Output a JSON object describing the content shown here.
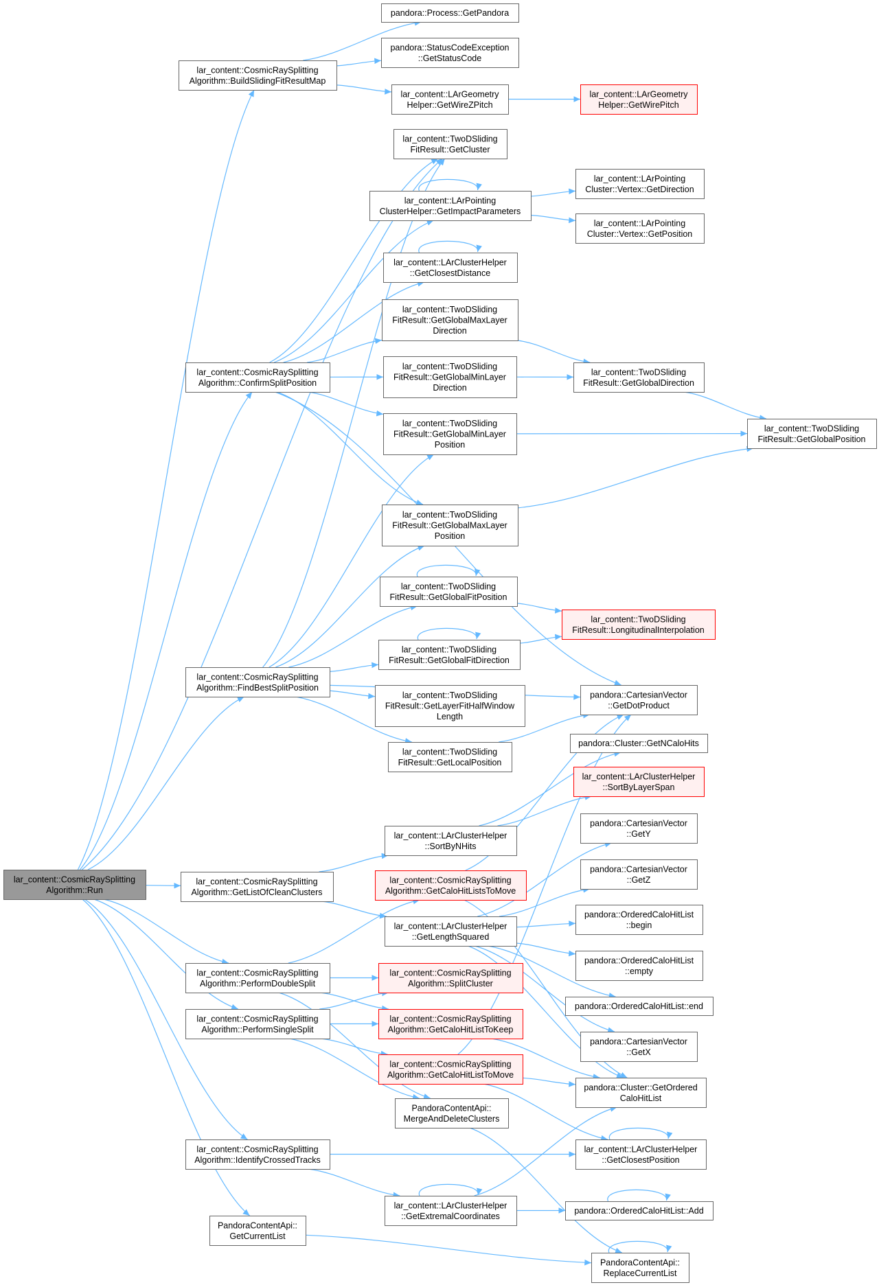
{
  "colors": {
    "edge": "#63b8ff",
    "border": "#666666",
    "red_border": "#ff0000",
    "red_fill": "#fff0f0",
    "root_fill": "#999999"
  },
  "nodes": [
    {
      "id": "run",
      "lines": [
        "lar_content::CosmicRaySplitting",
        "Algorithm::Run"
      ],
      "style": "root"
    },
    {
      "id": "buildMap",
      "lines": [
        "lar_content::CosmicRaySplitting",
        "Algorithm::BuildSlidingFitResultMap"
      ],
      "style": "normal"
    },
    {
      "id": "getPandora",
      "lines": [
        "pandora::Process::GetPandora"
      ],
      "style": "normal"
    },
    {
      "id": "getStatusCode",
      "lines": [
        "pandora::StatusCodeException",
        "::GetStatusCode"
      ],
      "style": "normal"
    },
    {
      "id": "wireZPitch",
      "lines": [
        "lar_content::LArGeometry",
        "Helper::GetWireZPitch"
      ],
      "style": "normal"
    },
    {
      "id": "wirePitch",
      "lines": [
        "lar_content::LArGeometry",
        "Helper::GetWirePitch"
      ],
      "style": "red"
    },
    {
      "id": "getCluster",
      "lines": [
        "lar_content::TwoDSliding",
        "FitResult::GetCluster"
      ],
      "style": "normal"
    },
    {
      "id": "impactParams",
      "lines": [
        "lar_content::LArPointing",
        "ClusterHelper::GetImpactParameters"
      ],
      "style": "normal"
    },
    {
      "id": "vtxDir",
      "lines": [
        "lar_content::LArPointing",
        "Cluster::Vertex::GetDirection"
      ],
      "style": "normal"
    },
    {
      "id": "vtxPos",
      "lines": [
        "lar_content::LArPointing",
        "Cluster::Vertex::GetPosition"
      ],
      "style": "normal"
    },
    {
      "id": "closestDist",
      "lines": [
        "lar_content::LArClusterHelper",
        "::GetClosestDistance"
      ],
      "style": "normal"
    },
    {
      "id": "gMaxLayerDir",
      "lines": [
        "lar_content::TwoDSliding",
        "FitResult::GetGlobalMaxLayer",
        "Direction"
      ],
      "style": "normal"
    },
    {
      "id": "confirmSplit",
      "lines": [
        "lar_content::CosmicRaySplitting",
        "Algorithm::ConfirmSplitPosition"
      ],
      "style": "normal"
    },
    {
      "id": "gMinLayerDir",
      "lines": [
        "lar_content::TwoDSliding",
        "FitResult::GetGlobalMinLayer",
        "Direction"
      ],
      "style": "normal"
    },
    {
      "id": "gDir",
      "lines": [
        "lar_content::TwoDSliding",
        "FitResult::GetGlobalDirection"
      ],
      "style": "normal"
    },
    {
      "id": "gMinLayerPos",
      "lines": [
        "lar_content::TwoDSliding",
        "FitResult::GetGlobalMinLayer",
        "Position"
      ],
      "style": "normal"
    },
    {
      "id": "gPos",
      "lines": [
        "lar_content::TwoDSliding",
        "FitResult::GetGlobalPosition"
      ],
      "style": "normal"
    },
    {
      "id": "gMaxLayerPos",
      "lines": [
        "lar_content::TwoDSliding",
        "FitResult::GetGlobalMaxLayer",
        "Position"
      ],
      "style": "normal"
    },
    {
      "id": "gFitPos",
      "lines": [
        "lar_content::TwoDSliding",
        "FitResult::GetGlobalFitPosition"
      ],
      "style": "normal"
    },
    {
      "id": "longInterp",
      "lines": [
        "lar_content::TwoDSliding",
        "FitResult::LongitudinalInterpolation"
      ],
      "style": "red"
    },
    {
      "id": "gFitDir",
      "lines": [
        "lar_content::TwoDSliding",
        "FitResult::GetGlobalFitDirection"
      ],
      "style": "normal"
    },
    {
      "id": "findBest",
      "lines": [
        "lar_content::CosmicRaySplitting",
        "Algorithm::FindBestSplitPosition"
      ],
      "style": "normal"
    },
    {
      "id": "halfWindow",
      "lines": [
        "lar_content::TwoDSliding",
        "FitResult::GetLayerFitHalfWindow",
        "Length"
      ],
      "style": "normal"
    },
    {
      "id": "dotProduct",
      "lines": [
        "pandora::CartesianVector",
        "::GetDotProduct"
      ],
      "style": "normal"
    },
    {
      "id": "localPos",
      "lines": [
        "lar_content::TwoDSliding",
        "FitResult::GetLocalPosition"
      ],
      "style": "normal"
    },
    {
      "id": "nCaloHits",
      "lines": [
        "pandora::Cluster::GetNCaloHits"
      ],
      "style": "normal"
    },
    {
      "id": "sortLayerSpan",
      "lines": [
        "lar_content::LArClusterHelper",
        "::SortByLayerSpan"
      ],
      "style": "red"
    },
    {
      "id": "sortNHits",
      "lines": [
        "lar_content::LArClusterHelper",
        "::SortByNHits"
      ],
      "style": "normal"
    },
    {
      "id": "getY",
      "lines": [
        "pandora::CartesianVector",
        "::GetY"
      ],
      "style": "normal"
    },
    {
      "id": "listClean",
      "lines": [
        "lar_content::CosmicRaySplitting",
        "Algorithm::GetListOfCleanClusters"
      ],
      "style": "normal"
    },
    {
      "id": "listsToMove",
      "lines": [
        "lar_content::CosmicRaySplitting",
        "Algorithm::GetCaloHitListsToMove"
      ],
      "style": "red"
    },
    {
      "id": "getZ",
      "lines": [
        "pandora::CartesianVector",
        "::GetZ"
      ],
      "style": "normal"
    },
    {
      "id": "lenSq",
      "lines": [
        "lar_content::LArClusterHelper",
        "::GetLengthSquared"
      ],
      "style": "normal"
    },
    {
      "id": "begin",
      "lines": [
        "pandora::OrderedCaloHitList",
        "::begin"
      ],
      "style": "normal"
    },
    {
      "id": "empty",
      "lines": [
        "pandora::OrderedCaloHitList",
        "::empty"
      ],
      "style": "normal"
    },
    {
      "id": "doubleSplit",
      "lines": [
        "lar_content::CosmicRaySplitting",
        "Algorithm::PerformDoubleSplit"
      ],
      "style": "normal"
    },
    {
      "id": "splitCluster",
      "lines": [
        "lar_content::CosmicRaySplitting",
        "Algorithm::SplitCluster"
      ],
      "style": "red"
    },
    {
      "id": "end",
      "lines": [
        "pandora::OrderedCaloHitList::end"
      ],
      "style": "normal"
    },
    {
      "id": "singleSplit",
      "lines": [
        "lar_content::CosmicRaySplitting",
        "Algorithm::PerformSingleSplit"
      ],
      "style": "normal"
    },
    {
      "id": "listToKeep",
      "lines": [
        "lar_content::CosmicRaySplitting",
        "Algorithm::GetCaloHitListToKeep"
      ],
      "style": "red"
    },
    {
      "id": "getX",
      "lines": [
        "pandora::CartesianVector",
        "::GetX"
      ],
      "style": "normal"
    },
    {
      "id": "listToMove",
      "lines": [
        "lar_content::CosmicRaySplitting",
        "Algorithm::GetCaloHitListToMove"
      ],
      "style": "red"
    },
    {
      "id": "orderedList",
      "lines": [
        "pandora::Cluster::GetOrdered",
        "CaloHitList"
      ],
      "style": "normal"
    },
    {
      "id": "mergeDelete",
      "lines": [
        "PandoraContentApi::",
        "MergeAndDeleteClusters"
      ],
      "style": "normal"
    },
    {
      "id": "crossed",
      "lines": [
        "lar_content::CosmicRaySplitting",
        "Algorithm::IdentifyCrossedTracks"
      ],
      "style": "normal"
    },
    {
      "id": "closestPos",
      "lines": [
        "lar_content::LArClusterHelper",
        "::GetClosestPosition"
      ],
      "style": "normal"
    },
    {
      "id": "extremal",
      "lines": [
        "lar_content::LArClusterHelper",
        "::GetExtremalCoordinates"
      ],
      "style": "normal"
    },
    {
      "id": "add",
      "lines": [
        "pandora::OrderedCaloHitList::Add"
      ],
      "style": "normal"
    },
    {
      "id": "currentList",
      "lines": [
        "PandoraContentApi::",
        "GetCurrentList"
      ],
      "style": "normal"
    },
    {
      "id": "replaceList",
      "lines": [
        "PandoraContentApi::",
        "ReplaceCurrentList"
      ],
      "style": "normal"
    }
  ],
  "edges": [
    [
      "run",
      "buildMap"
    ],
    [
      "run",
      "getCluster"
    ],
    [
      "run",
      "confirmSplit"
    ],
    [
      "run",
      "findBest"
    ],
    [
      "run",
      "listClean"
    ],
    [
      "run",
      "doubleSplit"
    ],
    [
      "run",
      "singleSplit"
    ],
    [
      "run",
      "crossed"
    ],
    [
      "run",
      "currentList"
    ],
    [
      "buildMap",
      "getPandora"
    ],
    [
      "buildMap",
      "getStatusCode"
    ],
    [
      "buildMap",
      "wireZPitch"
    ],
    [
      "wireZPitch",
      "wirePitch"
    ],
    [
      "confirmSplit",
      "getCluster"
    ],
    [
      "confirmSplit",
      "impactParams"
    ],
    [
      "confirmSplit",
      "closestDist"
    ],
    [
      "confirmSplit",
      "gMaxLayerDir"
    ],
    [
      "confirmSplit",
      "gMinLayerDir"
    ],
    [
      "confirmSplit",
      "gMinLayerPos"
    ],
    [
      "confirmSplit",
      "gMaxLayerPos"
    ],
    [
      "confirmSplit",
      "dotProduct"
    ],
    [
      "impactParams",
      "impactParams"
    ],
    [
      "impactParams",
      "vtxDir"
    ],
    [
      "impactParams",
      "vtxPos"
    ],
    [
      "closestDist",
      "closestDist"
    ],
    [
      "gMaxLayerDir",
      "gDir"
    ],
    [
      "gMinLayerDir",
      "gDir"
    ],
    [
      "gDir",
      "gPos"
    ],
    [
      "gMinLayerPos",
      "gPos"
    ],
    [
      "gMaxLayerPos",
      "gPos"
    ],
    [
      "findBest",
      "getCluster"
    ],
    [
      "findBest",
      "gMinLayerPos"
    ],
    [
      "findBest",
      "gMaxLayerPos"
    ],
    [
      "findBest",
      "gFitPos"
    ],
    [
      "findBest",
      "gFitDir"
    ],
    [
      "findBest",
      "halfWindow"
    ],
    [
      "findBest",
      "localPos"
    ],
    [
      "findBest",
      "dotProduct"
    ],
    [
      "gFitPos",
      "gFitPos"
    ],
    [
      "gFitPos",
      "longInterp"
    ],
    [
      "gFitDir",
      "gFitDir"
    ],
    [
      "gFitDir",
      "longInterp"
    ],
    [
      "localPos",
      "dotProduct"
    ],
    [
      "listClean",
      "sortNHits"
    ],
    [
      "listClean",
      "lenSq"
    ],
    [
      "sortNHits",
      "nCaloHits"
    ],
    [
      "sortNHits",
      "sortLayerSpan"
    ],
    [
      "lenSq",
      "getY"
    ],
    [
      "lenSq",
      "getZ"
    ],
    [
      "lenSq",
      "begin"
    ],
    [
      "lenSq",
      "empty"
    ],
    [
      "lenSq",
      "end"
    ],
    [
      "lenSq",
      "getX"
    ],
    [
      "lenSq",
      "orderedList"
    ],
    [
      "doubleSplit",
      "listsToMove"
    ],
    [
      "doubleSplit",
      "splitCluster"
    ],
    [
      "doubleSplit",
      "listToKeep"
    ],
    [
      "doubleSplit",
      "mergeDelete"
    ],
    [
      "listsToMove",
      "dotProduct"
    ],
    [
      "listsToMove",
      "orderedList"
    ],
    [
      "singleSplit",
      "splitCluster"
    ],
    [
      "singleSplit",
      "listToKeep"
    ],
    [
      "singleSplit",
      "listToMove"
    ],
    [
      "singleSplit",
      "mergeDelete"
    ],
    [
      "listToKeep",
      "orderedList"
    ],
    [
      "listToMove",
      "orderedList"
    ],
    [
      "listToMove",
      "closestPos"
    ],
    [
      "listToMove",
      "dotProduct"
    ],
    [
      "mergeDelete",
      "replaceList"
    ],
    [
      "crossed",
      "closestPos"
    ],
    [
      "crossed",
      "extremal"
    ],
    [
      "closestPos",
      "closestPos"
    ],
    [
      "extremal",
      "extremal"
    ],
    [
      "extremal",
      "add"
    ],
    [
      "extremal",
      "orderedList"
    ],
    [
      "add",
      "add"
    ],
    [
      "currentList",
      "replaceList"
    ],
    [
      "replaceList",
      "replaceList"
    ]
  ]
}
